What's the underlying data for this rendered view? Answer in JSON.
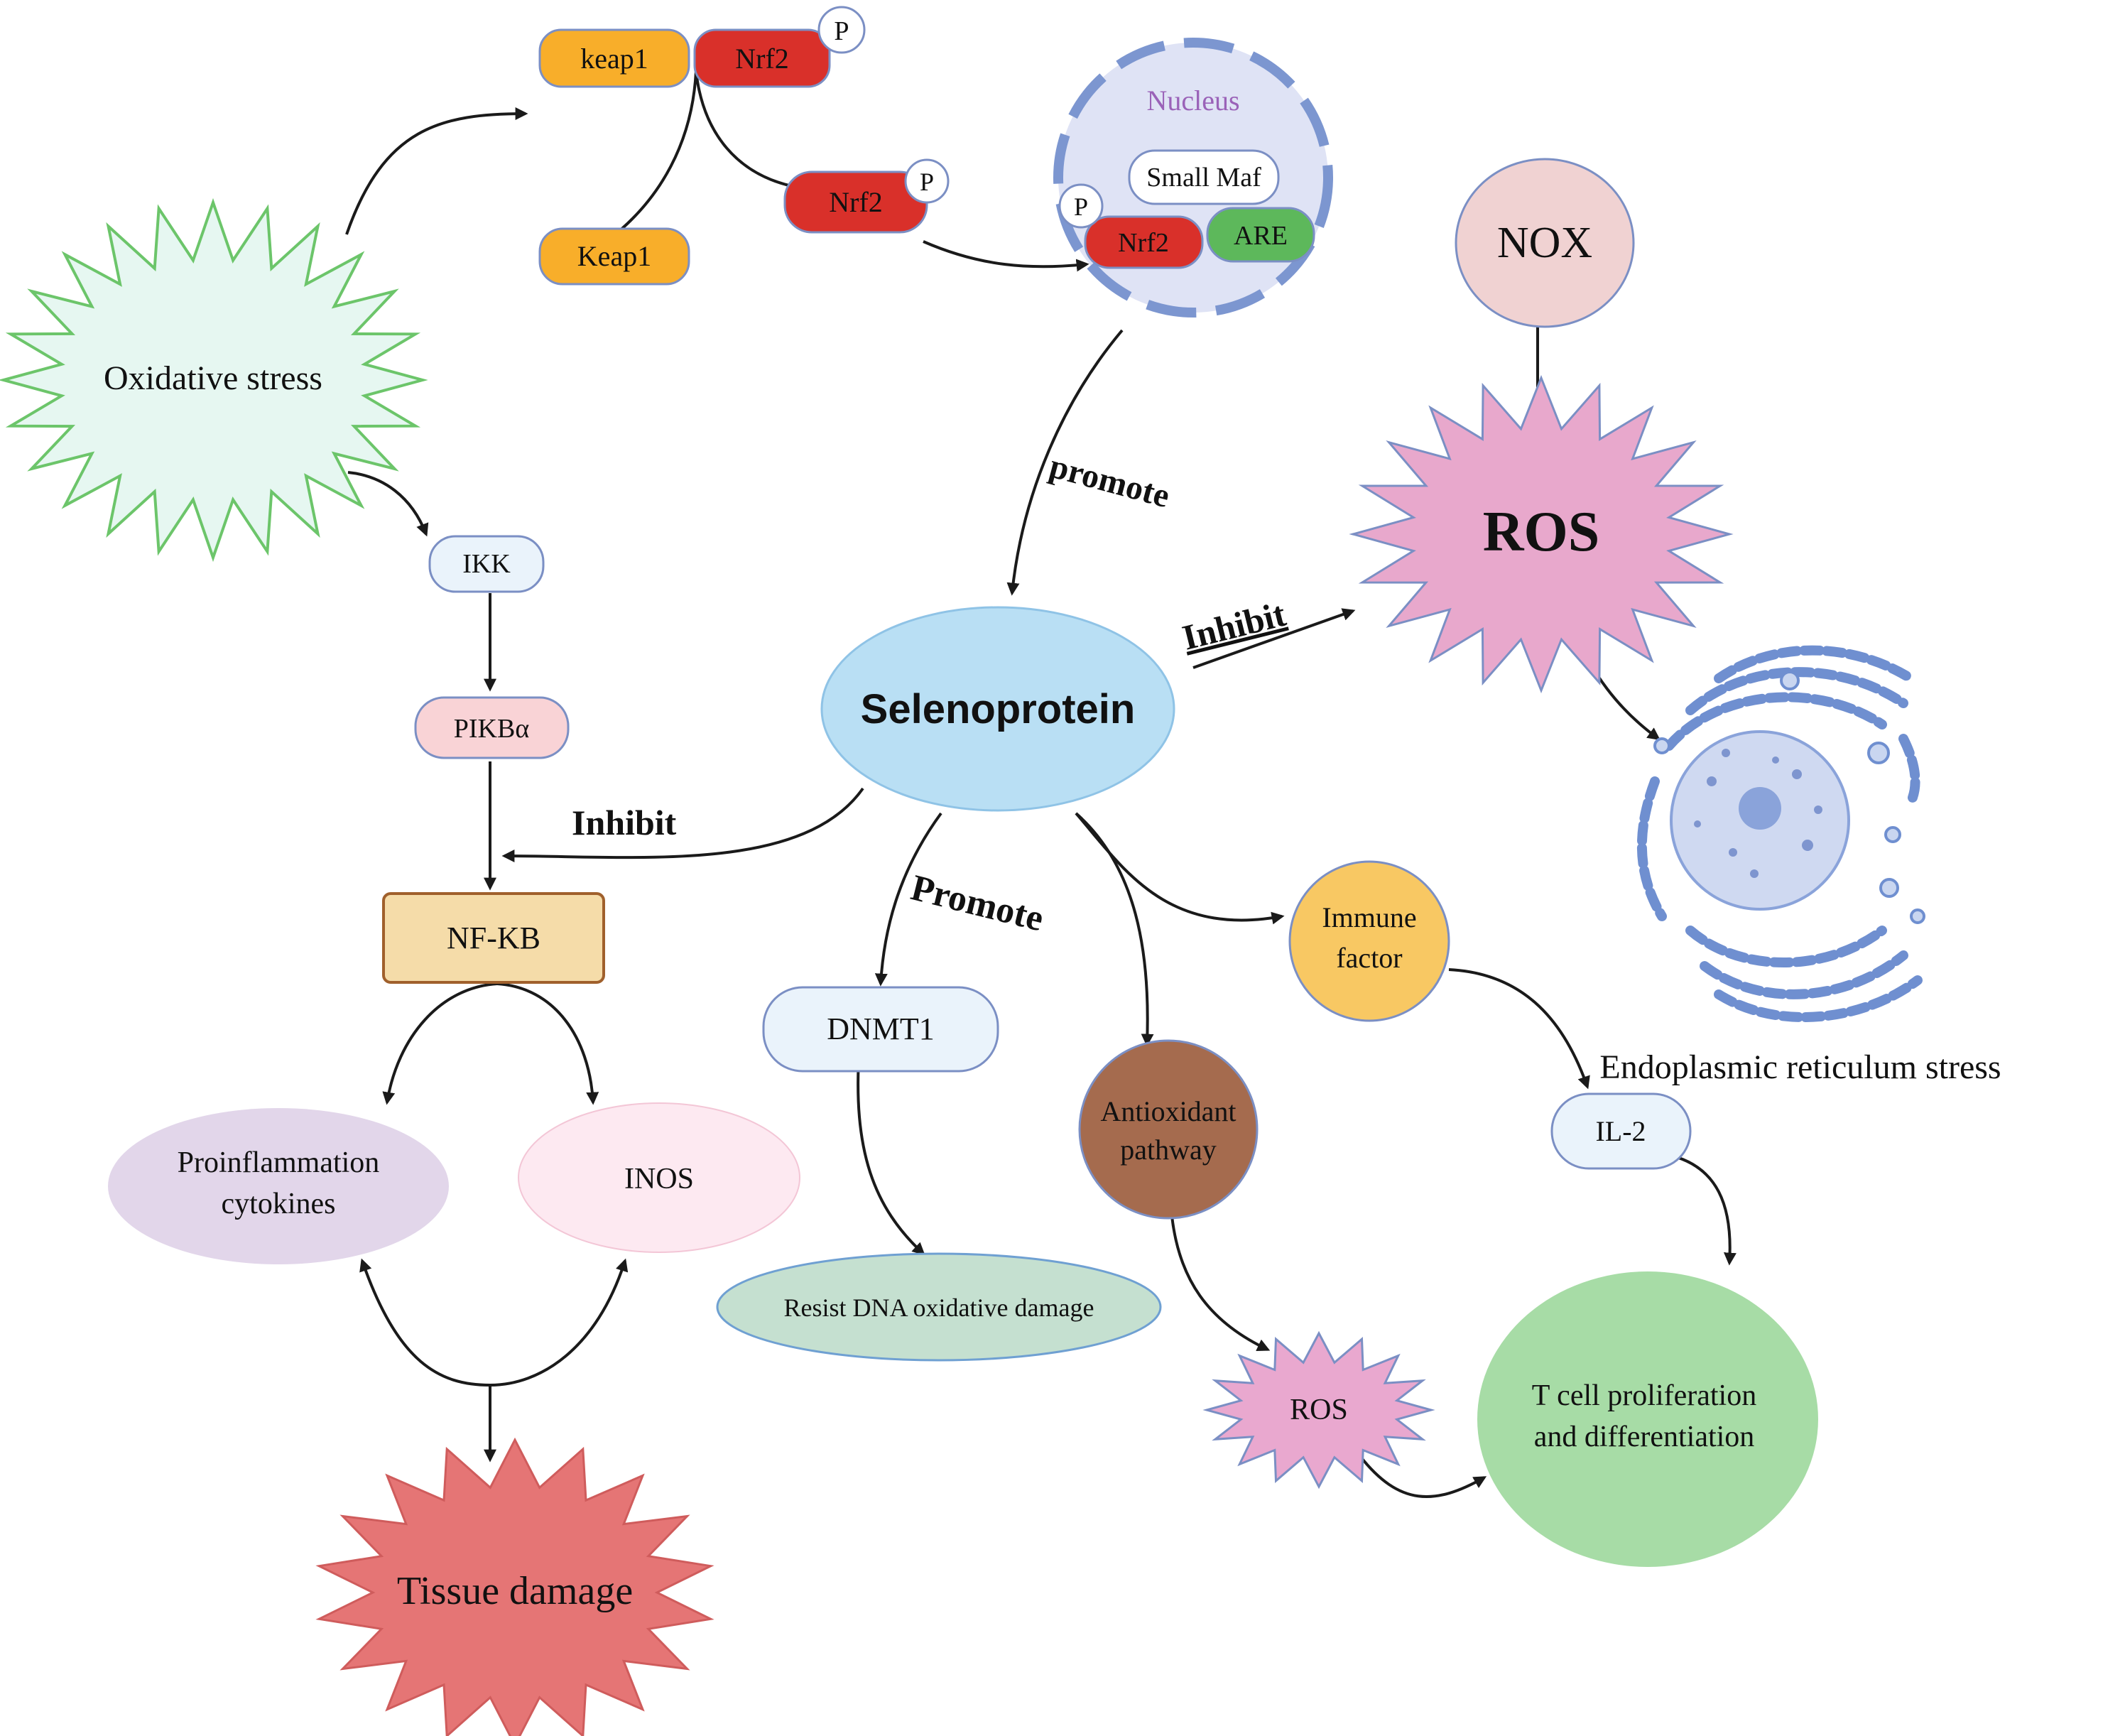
{
  "nodes": {
    "keap1_top": "keap1",
    "nrf2_top": "Nrf2",
    "p_top": "P",
    "keap1_free": "Keap1",
    "nrf2_free": "Nrf2",
    "p_free": "P",
    "nucleus": "Nucleus",
    "small_maf": "Small Maf",
    "p_nucleus": "P",
    "nrf2_nucleus": "Nrf2",
    "are": "ARE",
    "oxidative_stress": "Oxidative stress",
    "ikk": "IKK",
    "pikba": "PIKBα",
    "nfkb": "NF-KB",
    "proinflammation": [
      "Proinflammation",
      "cytokines"
    ],
    "inos": "INOS",
    "tissue_damage": "Tissue damage",
    "selenoprotein": "Selenoprotein",
    "dnmt1": "DNMT1",
    "resist_dna": "Resist DNA oxidative damage",
    "antioxidant": [
      "Antioxidant",
      "pathway"
    ],
    "ros_small": "ROS",
    "immune_factor": [
      "Immune",
      "factor"
    ],
    "il2": "IL-2",
    "t_cell": [
      "T cell proliferation",
      "and differentiation"
    ],
    "nox": "NOX",
    "ros_big": "ROS",
    "er_stress": "Endoplasmic reticulum stress"
  },
  "edge_labels": {
    "promote_nucleus": "promote",
    "inhibit_ros": "Inhibit",
    "inhibit_nfkb": "Inhibit",
    "promote_dnmt1": "Promote"
  },
  "colors": {
    "keap1": "#f8ae2a",
    "nrf2": "#d9302a",
    "nucleus_fill": "#dfe3f5",
    "nucleus_stroke": "#7c96d0",
    "are": "#5db85b",
    "oxidative_fill": "#e6f7f1",
    "oxidative_stroke": "#6cc56a",
    "pill_blue": "#eaf3fb",
    "pill_pink": "#f9d3d6",
    "nfkb": "#f5dca9",
    "proinflammation": "#e2d6ea",
    "inos": "#fde9f1",
    "tissue_damage": "#e57575",
    "selenoprotein": "#b9dff4",
    "resist_dna": "#c5e0d0",
    "antioxidant": "#a56b4e",
    "ros_small": "#e9a8cf",
    "immune_factor": "#f8c863",
    "t_cell": "#a7dca6",
    "nox": "#f0d2d2",
    "ros_big": "#e8a8cc",
    "er": "#6f8fd0"
  }
}
